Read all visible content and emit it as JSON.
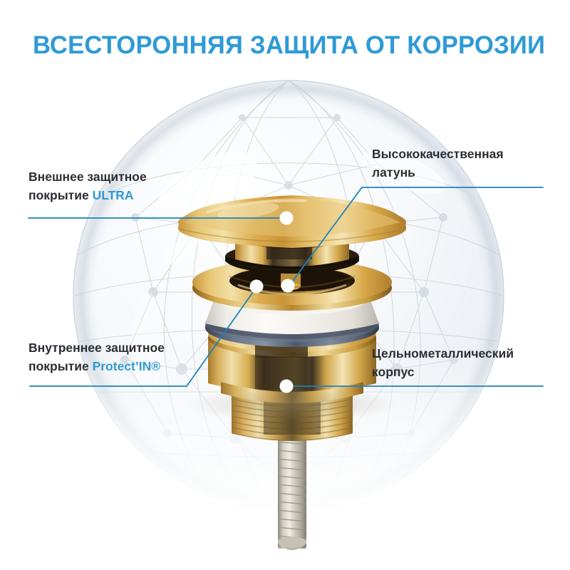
{
  "page": {
    "title": "ВСЕСТОРОННЯЯ ЗАЩИТА ОТ КОРРОЗИИ",
    "title_color": "#2e9ad6",
    "background_color": "#ffffff",
    "label_color": "#2b2e33",
    "accent_color": "#2f9ad4",
    "leader_color": "#1b83bd",
    "dot_color": "#ffffff"
  },
  "product": {
    "name": "push-button-drain-valve",
    "finish": "polished-gold-brass",
    "parts": [
      {
        "name": "cap",
        "color": "#d9aa4e"
      },
      {
        "name": "o-ring-upper",
        "color": "#241a10"
      },
      {
        "name": "flange",
        "color": "#e0b45c"
      },
      {
        "name": "foam-gasket",
        "color": "#f0eeea"
      },
      {
        "name": "o-ring-lower",
        "color": "#5a6478"
      },
      {
        "name": "body",
        "color": "#d8a94e"
      },
      {
        "name": "threaded-collar",
        "color": "#caa055"
      },
      {
        "name": "steel-screw",
        "color": "#cfcabc"
      }
    ]
  },
  "sphere": {
    "name": "protective-bubble",
    "style": "geodesic-wireframe-transparent",
    "line_color": "#c9d0d8",
    "node_color": "#d5dbe2"
  },
  "callouts": [
    {
      "id": "outer-coating",
      "position": "top-left",
      "line1": "Внешнее защитное",
      "line2_prefix": "покрытие ",
      "line2_accent": "ULTRA",
      "line2_suffix": ""
    },
    {
      "id": "high-quality-brass",
      "position": "top-right",
      "line1": "Высококачественная",
      "line2_prefix": "латунь",
      "line2_accent": "",
      "line2_suffix": ""
    },
    {
      "id": "inner-coating",
      "position": "bottom-left",
      "line1": "Внутреннее  защитное",
      "line2_prefix": "покрытие ",
      "line2_accent": "Protect’IN®",
      "line2_suffix": ""
    },
    {
      "id": "all-metal-body",
      "position": "bottom-right",
      "line1": "Цельнометаллический",
      "line2_prefix": "корпус",
      "line2_accent": "",
      "line2_suffix": ""
    }
  ]
}
